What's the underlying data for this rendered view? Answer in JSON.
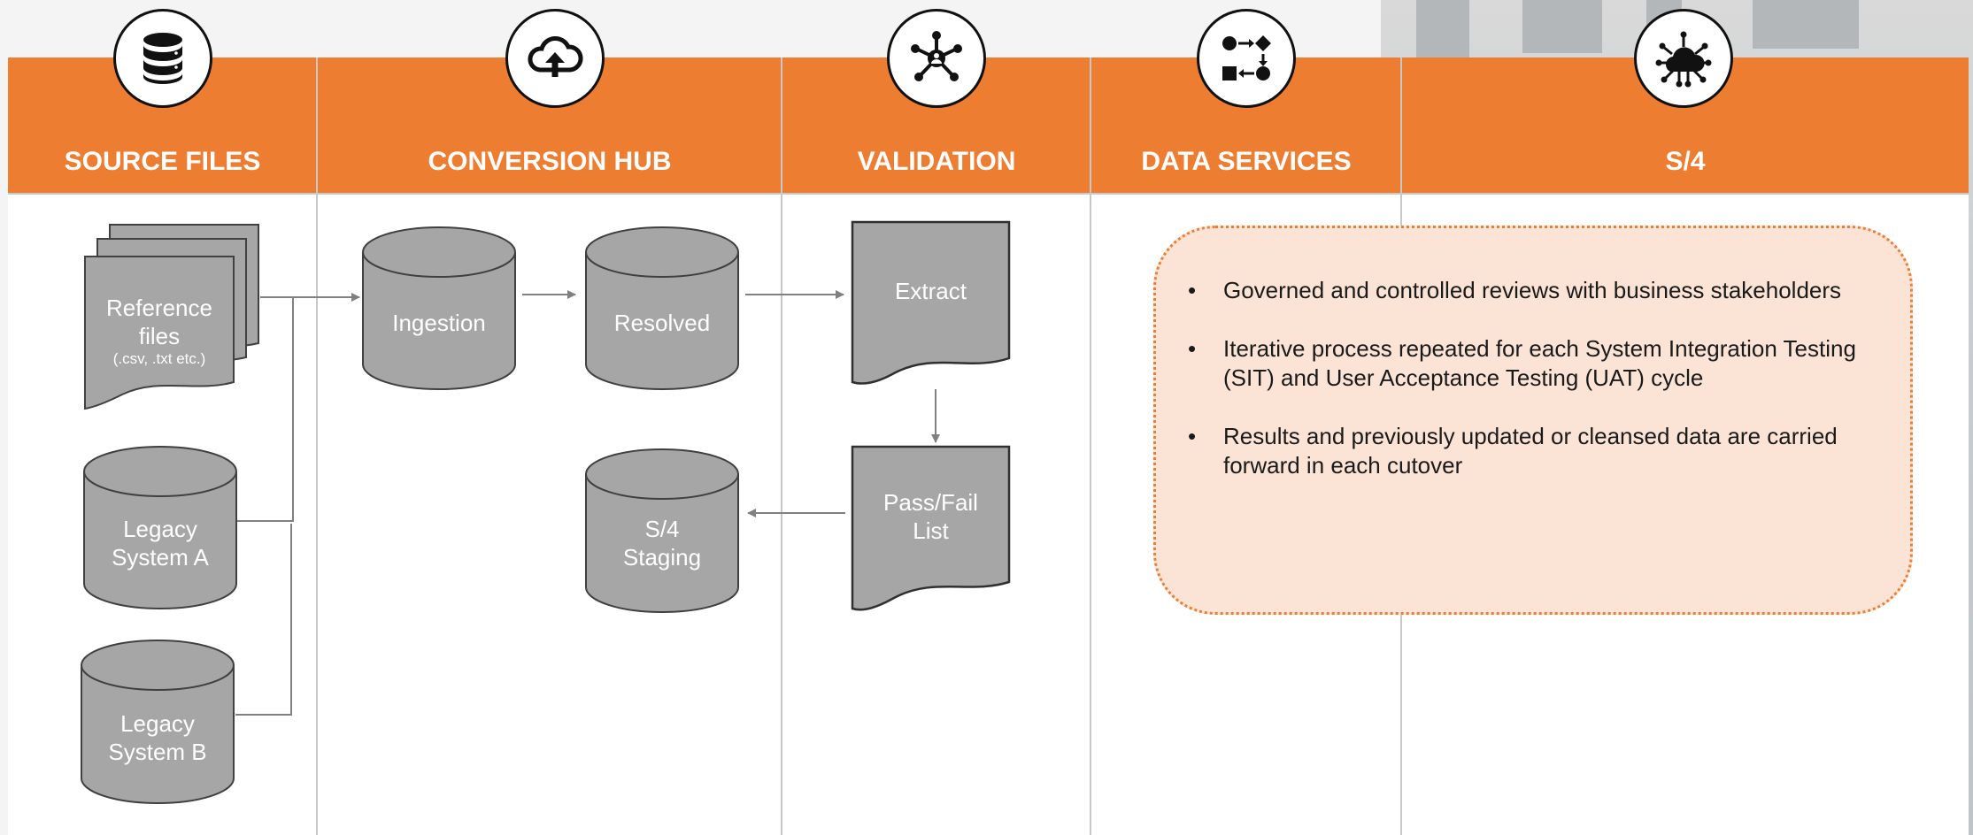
{
  "columns": [
    {
      "title": "SOURCE FILES",
      "icon": "database-icon"
    },
    {
      "title": "CONVERSION HUB",
      "icon": "cloud-upload-icon"
    },
    {
      "title": "VALIDATION",
      "icon": "network-hub-icon"
    },
    {
      "title": "DATA SERVICES",
      "icon": "data-transform-icon"
    },
    {
      "title": "S/4",
      "icon": "cloud-network-icon"
    }
  ],
  "shapes": {
    "reference_files": {
      "line1": "Reference",
      "line2": "files",
      "sub": "(.csv, .txt etc.)"
    },
    "legacy_a": {
      "line1": "Legacy",
      "line2": "System A"
    },
    "legacy_b": {
      "line1": "Legacy",
      "line2": "System B"
    },
    "ingestion": "Ingestion",
    "resolved": "Resolved",
    "staging": {
      "line1": "S/4",
      "line2": "Staging"
    },
    "extract": "Extract",
    "pass_fail": {
      "line1": "Pass/Fail",
      "line2": "List"
    }
  },
  "notes": [
    "Governed and controlled reviews with business stakeholders",
    "Iterative process repeated for each System Integration Testing (SIT) and User Acceptance Testing (UAT) cycle",
    "Results and previously updated or cleansed data are carried forward in each cutover"
  ],
  "colors": {
    "header": "#ed7d31",
    "shape_fill": "#a6a6a6",
    "note_fill": "#fbe3d6",
    "arrow": "#808080"
  }
}
